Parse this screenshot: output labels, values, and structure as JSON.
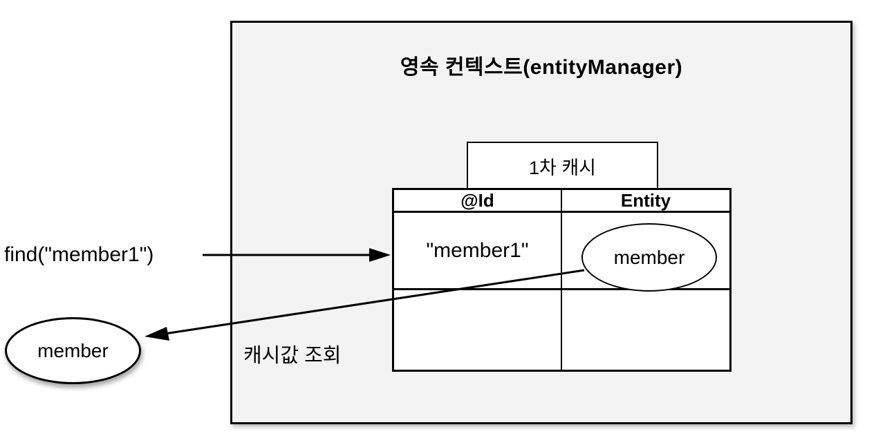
{
  "diagram": {
    "title": "영속 컨텍스트(entityManager)",
    "cache_box_label": "1차 캐시",
    "find_label": "find(\"member1\")",
    "lookup_label": "캐시값 조회",
    "result_entity_label": "member",
    "table": {
      "columns": [
        "@Id",
        "Entity"
      ],
      "rows": [
        {
          "id": "\"member1\"",
          "entity": "member"
        },
        {
          "id": "",
          "entity": ""
        }
      ]
    },
    "colors": {
      "outer_box_fill": "#f3f3f3",
      "cell_fill": "#ffffff",
      "stroke": "#000000"
    }
  }
}
